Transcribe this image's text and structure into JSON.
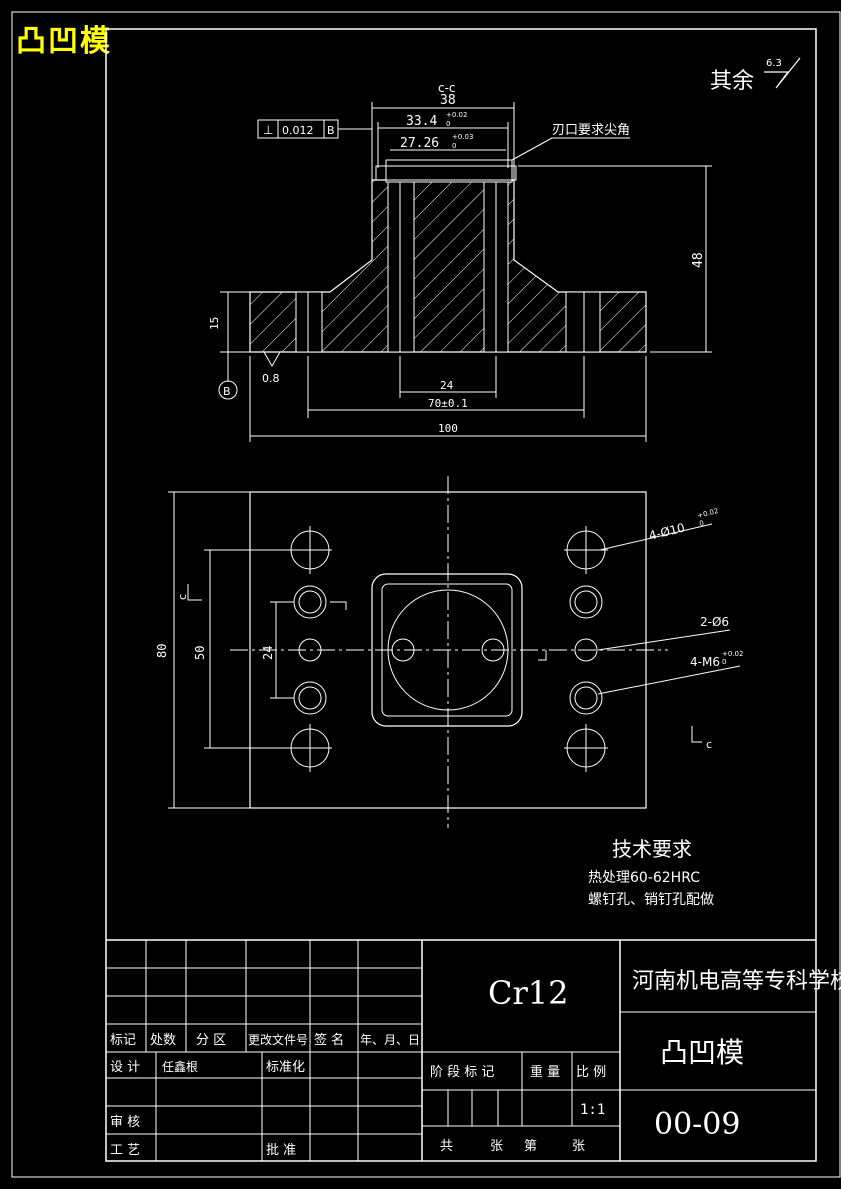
{
  "corner_title": "凸凹模",
  "colors": {
    "background": "#000000",
    "lines": "#ffffff",
    "corner_title": "#ffff00"
  },
  "surface_finish": {
    "label": "其余",
    "value": "6.3"
  },
  "section_view": {
    "section_label": "c-c",
    "dim_top_width": "38",
    "dim_inner_1": "33.4",
    "dim_inner_1_tol": "+0.02",
    "dim_inner_1_tol_low": "0",
    "dim_inner_2": "27.26",
    "dim_inner_2_tol": "+0.03",
    "dim_inner_2_tol_low": "0",
    "tolerance_frame": {
      "symbol": "⊥",
      "value": "0.012",
      "datum": "B"
    },
    "note_edge": "刃口要求尖角",
    "dim_height": "48",
    "dim_flange": "15",
    "datum": "B",
    "roughness": "0.8",
    "dim_24": "24",
    "dim_70": "70±0.1",
    "dim_100": "100"
  },
  "plan_view": {
    "dim_80": "80",
    "dim_50": "50",
    "dim_24": "24",
    "section_mark": "c",
    "callout_holes_10": "4-Ø10",
    "callout_holes_10_tol": "+0.02",
    "callout_holes_10_tol_low": "0",
    "callout_pins": "2-Ø6",
    "callout_threads": "4-M6",
    "callout_threads_tol": "+0.02",
    "callout_threads_tol_low": "0"
  },
  "tech_requirements": {
    "heading": "技术要求",
    "lines": [
      "热处理60-62HRC",
      "螺钉孔、销钉孔配做"
    ]
  },
  "title_block": {
    "material": "Cr12",
    "school": "河南机电高等专科学校",
    "part_name": "凸凹模",
    "drawing_no": "00-09",
    "scale": "1:1",
    "header_labels": [
      "标记",
      "处数",
      "分 区",
      "更改文件号",
      "签 名",
      "年、月、日"
    ],
    "design": "设 计",
    "designer": "任鑫根",
    "standardize": "标准化",
    "stage_mark": "阶 段 标 记",
    "weight": "重 量",
    "ratio": "比 例",
    "review": "审 核",
    "process": "工 艺",
    "approve": "批 准",
    "total_sheets": "共",
    "sheet_unit": "张",
    "sheet_no": "第",
    "sheet_unit2": "张"
  }
}
